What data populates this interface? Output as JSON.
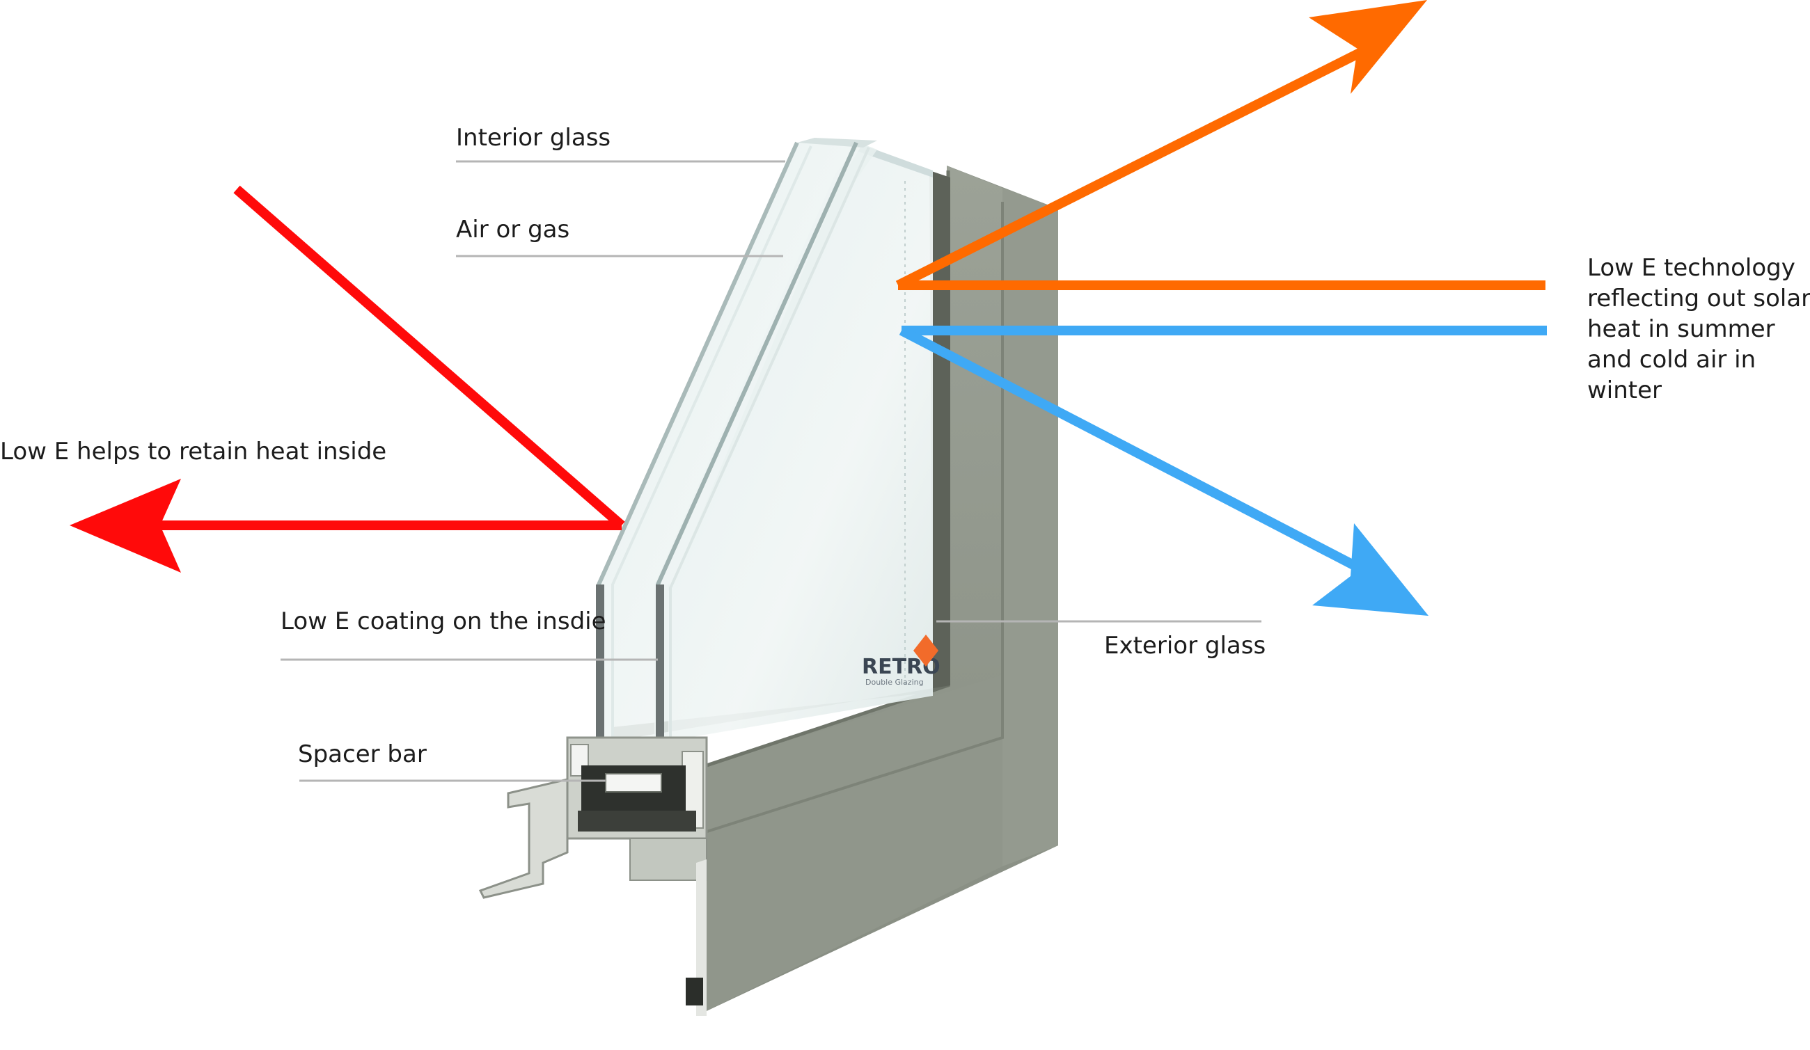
{
  "labels": {
    "interior_glass": "Interior glass",
    "air_or_gas": "Air or gas",
    "low_e_coating": "Low E coating on the insdie",
    "spacer_bar": "Spacer bar",
    "exterior_glass": "Exterior glass",
    "retain_heat": "Low E helps to retain heat inside",
    "reflecting": "Low E technology reflecting out solar heat in summer and cold air in winter"
  },
  "brand": {
    "logo_text": "RETRO",
    "logo_subtext": "Double Glazing"
  },
  "colors": {
    "inside_heat_arrow": "#ff0a0a",
    "solar_heat_arrow": "#ff6a00",
    "cold_air_arrow": "#3fa9f5",
    "leader_line": "#b5b5b5",
    "frame": "#8e9488"
  }
}
